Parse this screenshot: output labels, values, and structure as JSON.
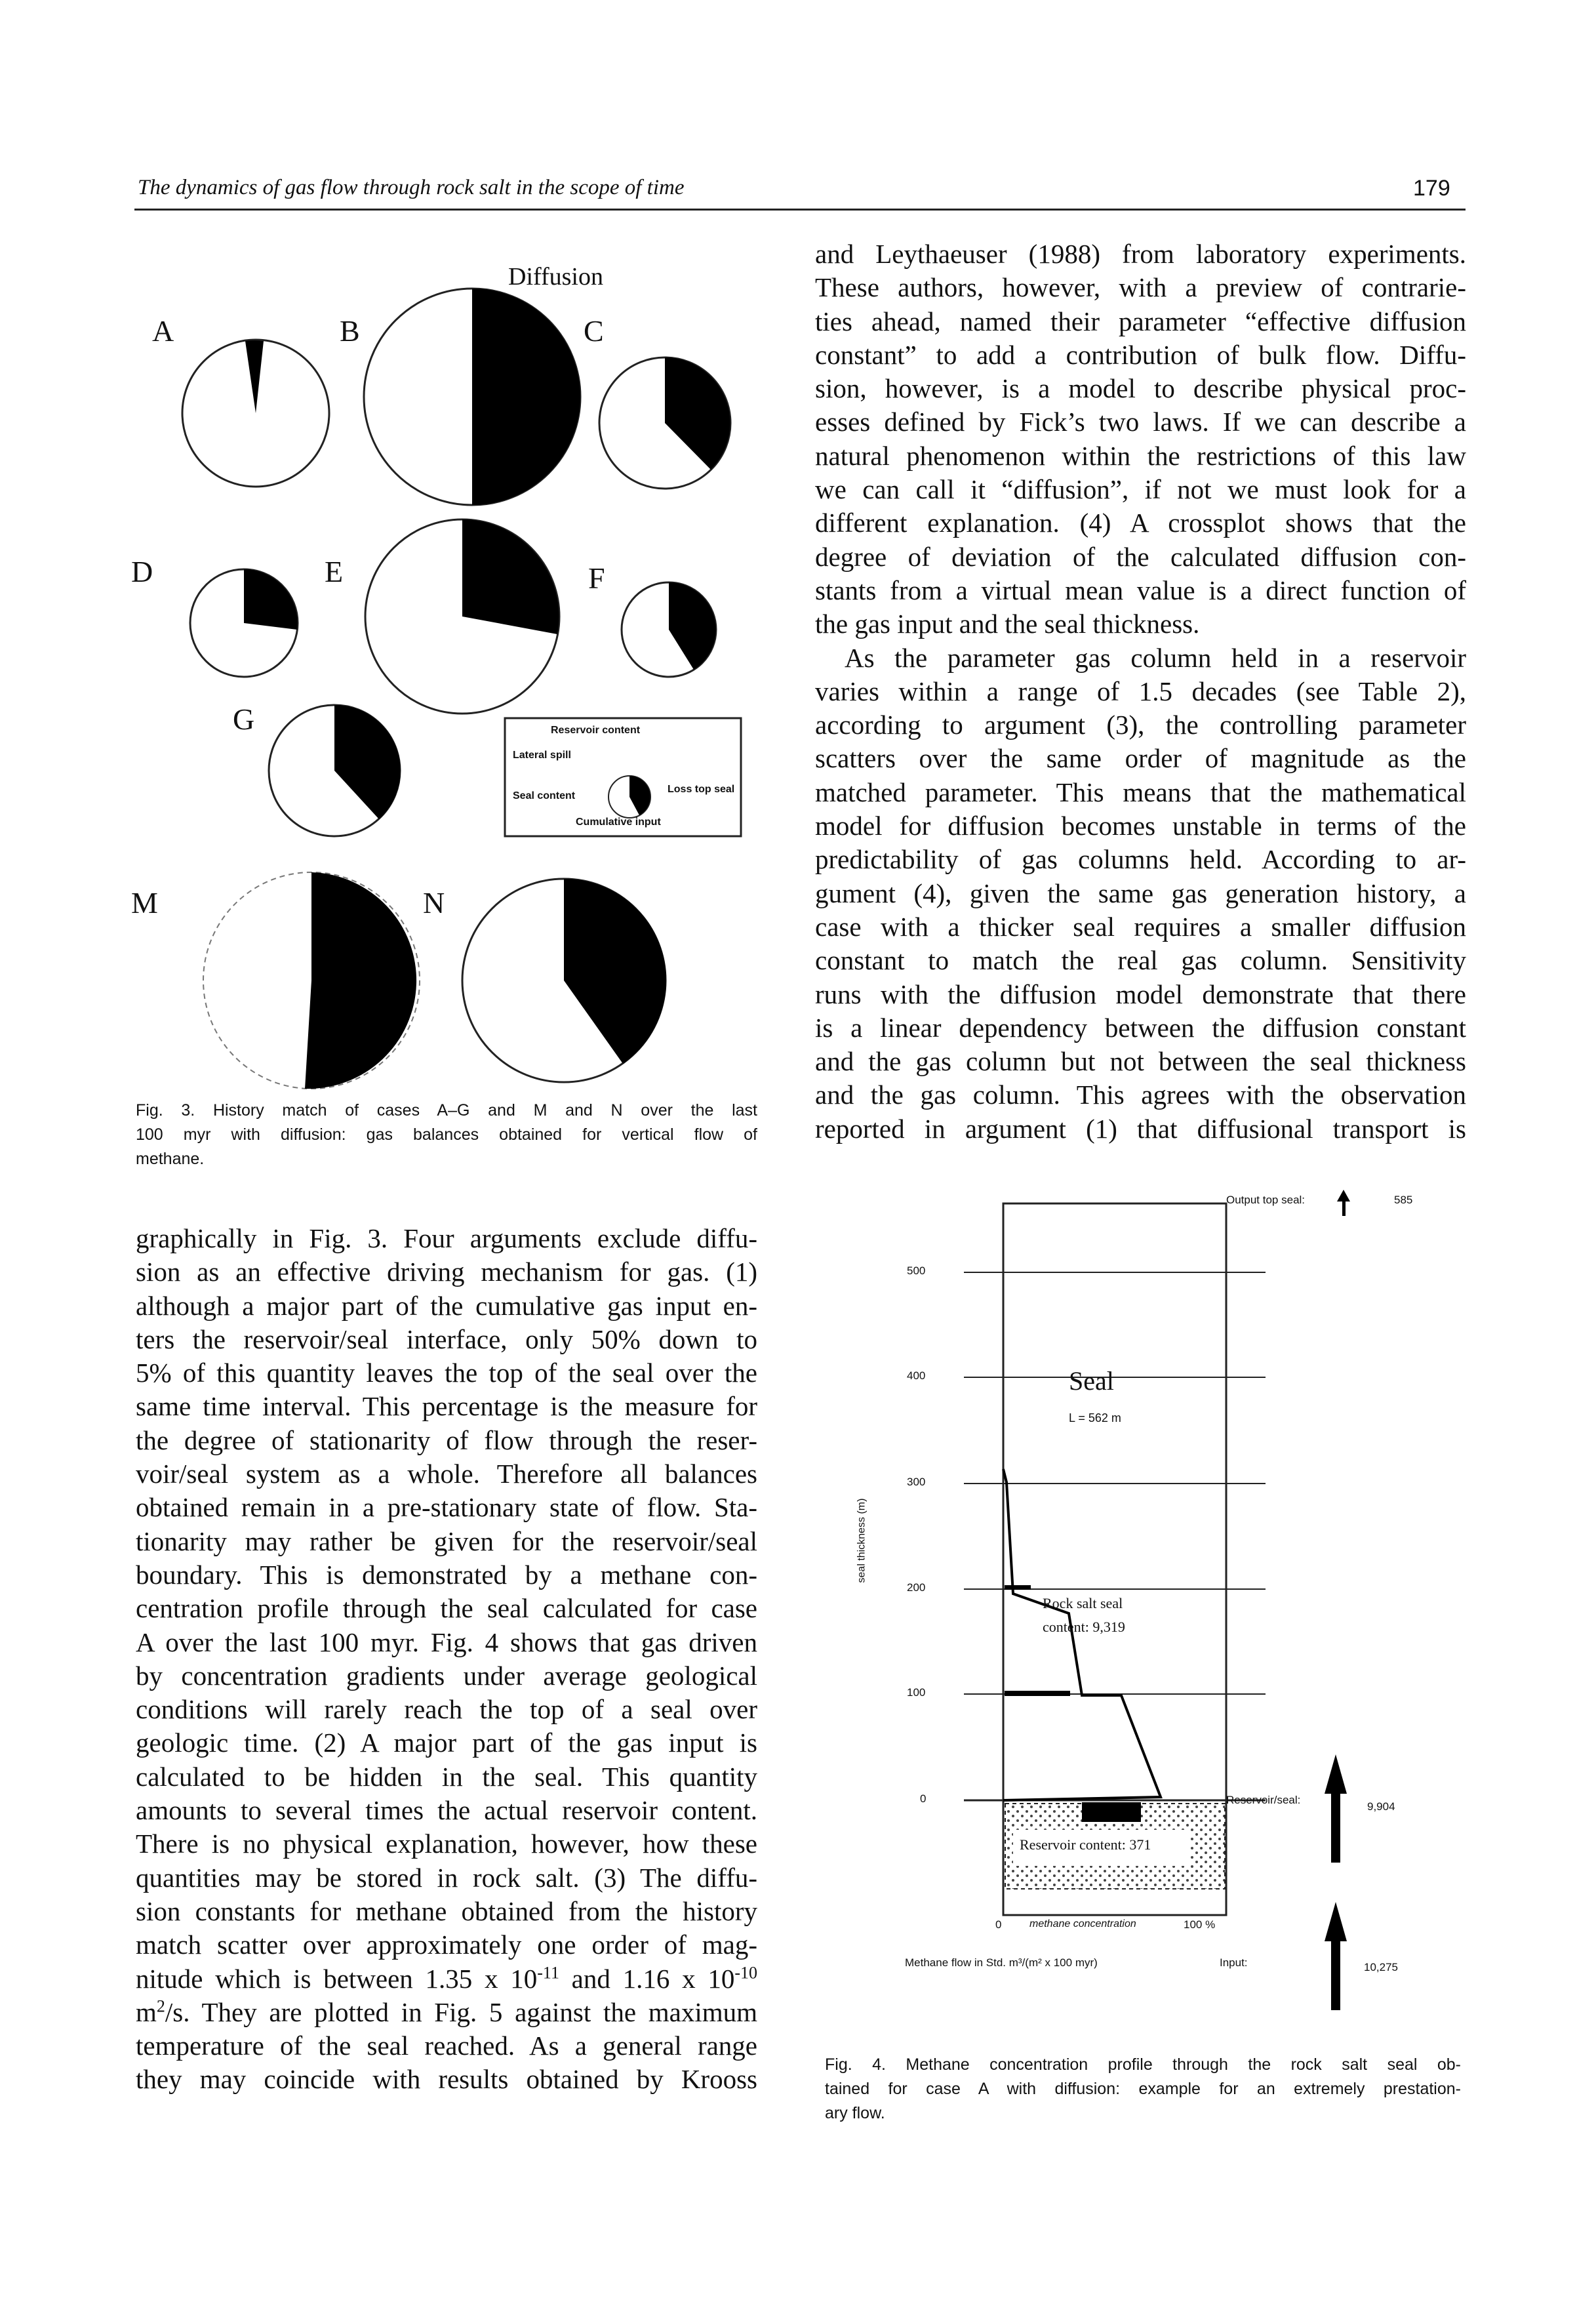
{
  "header": {
    "title": "The dynamics of gas flow through rock salt in the scope of time",
    "page_number": "179"
  },
  "figure3": {
    "title": "Diffusion",
    "cases": [
      "A",
      "B",
      "C",
      "D",
      "E",
      "F",
      "G",
      "M",
      "N"
    ],
    "legend": {
      "reservoir_content": "Reservoir content",
      "lateral_spill": "Lateral spill",
      "seal_content": "Seal content",
      "loss_top_seal": "Loss top seal",
      "cumulative_input": "Cumulative input"
    },
    "caption_lines": [
      "Fig. 3. History match of cases A–G and M and N over the last",
      "100 myr with diffusion: gas balances obtained for vertical flow of",
      "methane."
    ]
  },
  "left_column_lines": [
    "graphically in Fig. 3. Four arguments exclude diffu-",
    "sion as an effective driving mechanism for gas. (1)",
    "although a major part of the cumulative gas input en-",
    "ters the reservoir/seal interface, only 50% down to",
    "5% of this quantity leaves the top of the seal over the",
    "same time interval. This percentage is the measure for",
    "the degree of stationarity of flow through the reser-",
    "voir/seal system as a whole. Therefore all balances",
    "obtained remain in a pre-stationary state of flow. Sta-",
    "tionarity may rather be given for the reservoir/seal",
    "boundary. This is demonstrated by a methane con-",
    "centration profile through the seal calculated for case",
    "A over the last 100 myr. Fig. 4 shows that gas driven",
    "by concentration gradients under average geological",
    "conditions will rarely reach the top of a seal over",
    "geologic time. (2) A major part of the gas input is",
    "calculated to be hidden in the seal. This quantity",
    "amounts to several times the actual reservoir content.",
    "There is no physical explanation, however, how these",
    "quantities may be stored in rock salt. (3) The diffu-",
    "sion constants for methane obtained from the history",
    "match scatter over approximately one order of mag-"
  ],
  "left_last": {
    "line1_a": "nitude which is between 1.35 x 10",
    "line1_exp1": "-11",
    "line1_b": " and 1.16 x 10",
    "line1_exp2": "-10",
    "line2_a": "m",
    "line2_exp": "2",
    "line2_b": "/s. They are plotted in Fig. 5 against the maximum",
    "line3": "temperature of the seal reached. As a general range",
    "line4": "they may coincide with results obtained by Krooss"
  },
  "right_column_lines": [
    "and Leythaeuser (1988) from laboratory experiments.",
    "These authors, however, with a preview of contrarie-",
    "ties ahead, named their parameter “effective diffusion",
    "constant” to add a contribution of bulk flow. Diffu-",
    "sion, however, is a model to describe physical proc-",
    "esses defined by Fick’s two laws. If we can describe a",
    "natural phenomenon within the restrictions of this law",
    "we can call it “diffusion”, if not we must look for a",
    "different explanation. (4) A crossplot shows that the",
    "degree of deviation of the calculated diffusion con-",
    "stants from a virtual mean value is a direct function of",
    "the gas input and the seal thickness."
  ],
  "right_para2_lines": [
    "As the parameter gas column held in a reservoir",
    "varies within a range of 1.5 decades (see Table 2),",
    "according to argument (3), the controlling parameter",
    "scatters over the same order of magnitude as the",
    "matched parameter. This means that the mathematical",
    "model for diffusion becomes unstable in terms of the",
    "predictability of gas columns held. According to ar-",
    "gument (4), given the same gas generation history, a",
    "case with a thicker seal requires a smaller diffusion",
    "constant to match the real gas column. Sensitivity",
    "runs with the diffusion model demonstrate that there",
    "is a linear dependency between the diffusion constant",
    "and the gas column but not between the seal thickness",
    "and the gas column. This agrees with the observation",
    "reported in argument (1) that diffusional transport is"
  ],
  "figure4": {
    "y_ticks": [
      "500",
      "400",
      "300",
      "200",
      "100",
      "0"
    ],
    "y_axis_label": "seal thickness (m)",
    "seal_label": "Seal",
    "seal_thickness": "L = 562 m",
    "rock_salt_line1": "Rock salt seal",
    "rock_salt_line2": "content: 9,319",
    "reservoir_content": "Reservoir content: 371",
    "x_min": "0",
    "x_label": "methane concentration",
    "x_max": "100 %",
    "flow_units": "Methane flow in Std. m³/(m² x 100 myr)",
    "output_top_seal": "Output top seal:",
    "output_value": "585",
    "reservoir_seal": "Reservoir/seal:",
    "reservoir_seal_value": "9,904",
    "input_label": "Input:",
    "input_value": "10,275",
    "caption_lines": [
      "Fig. 4. Methane concentration profile through the rock salt seal ob-",
      "tained for case A with diffusion: example for an extremely prestation-",
      "ary flow."
    ]
  }
}
